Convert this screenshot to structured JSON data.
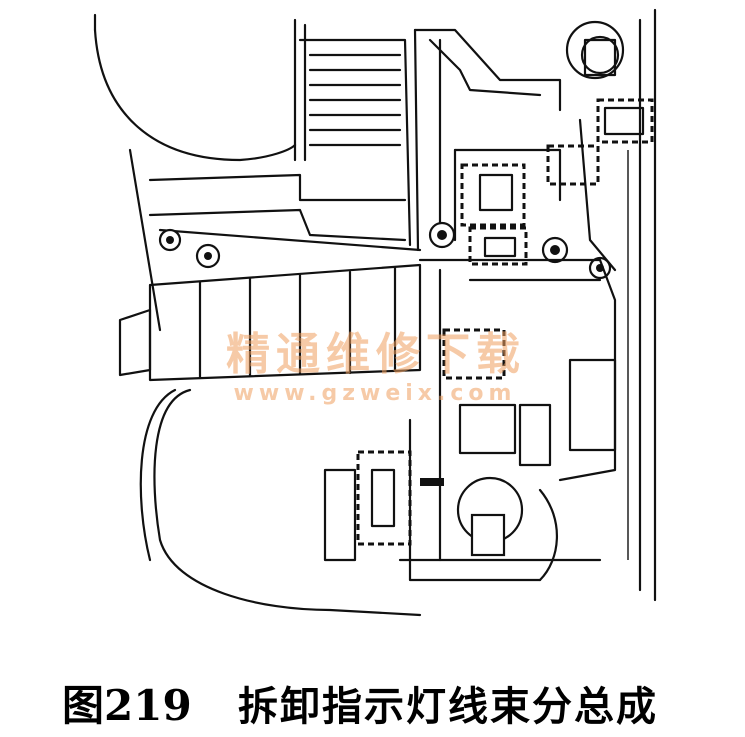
{
  "figure": {
    "number": "图219",
    "title": "拆卸指示灯线束分总成"
  },
  "watermark": {
    "text_cn": "精通维修下载",
    "url": "www.gzweix.com",
    "color": "#f0a060"
  },
  "colors": {
    "line": "#111111",
    "background": "#ffffff"
  }
}
